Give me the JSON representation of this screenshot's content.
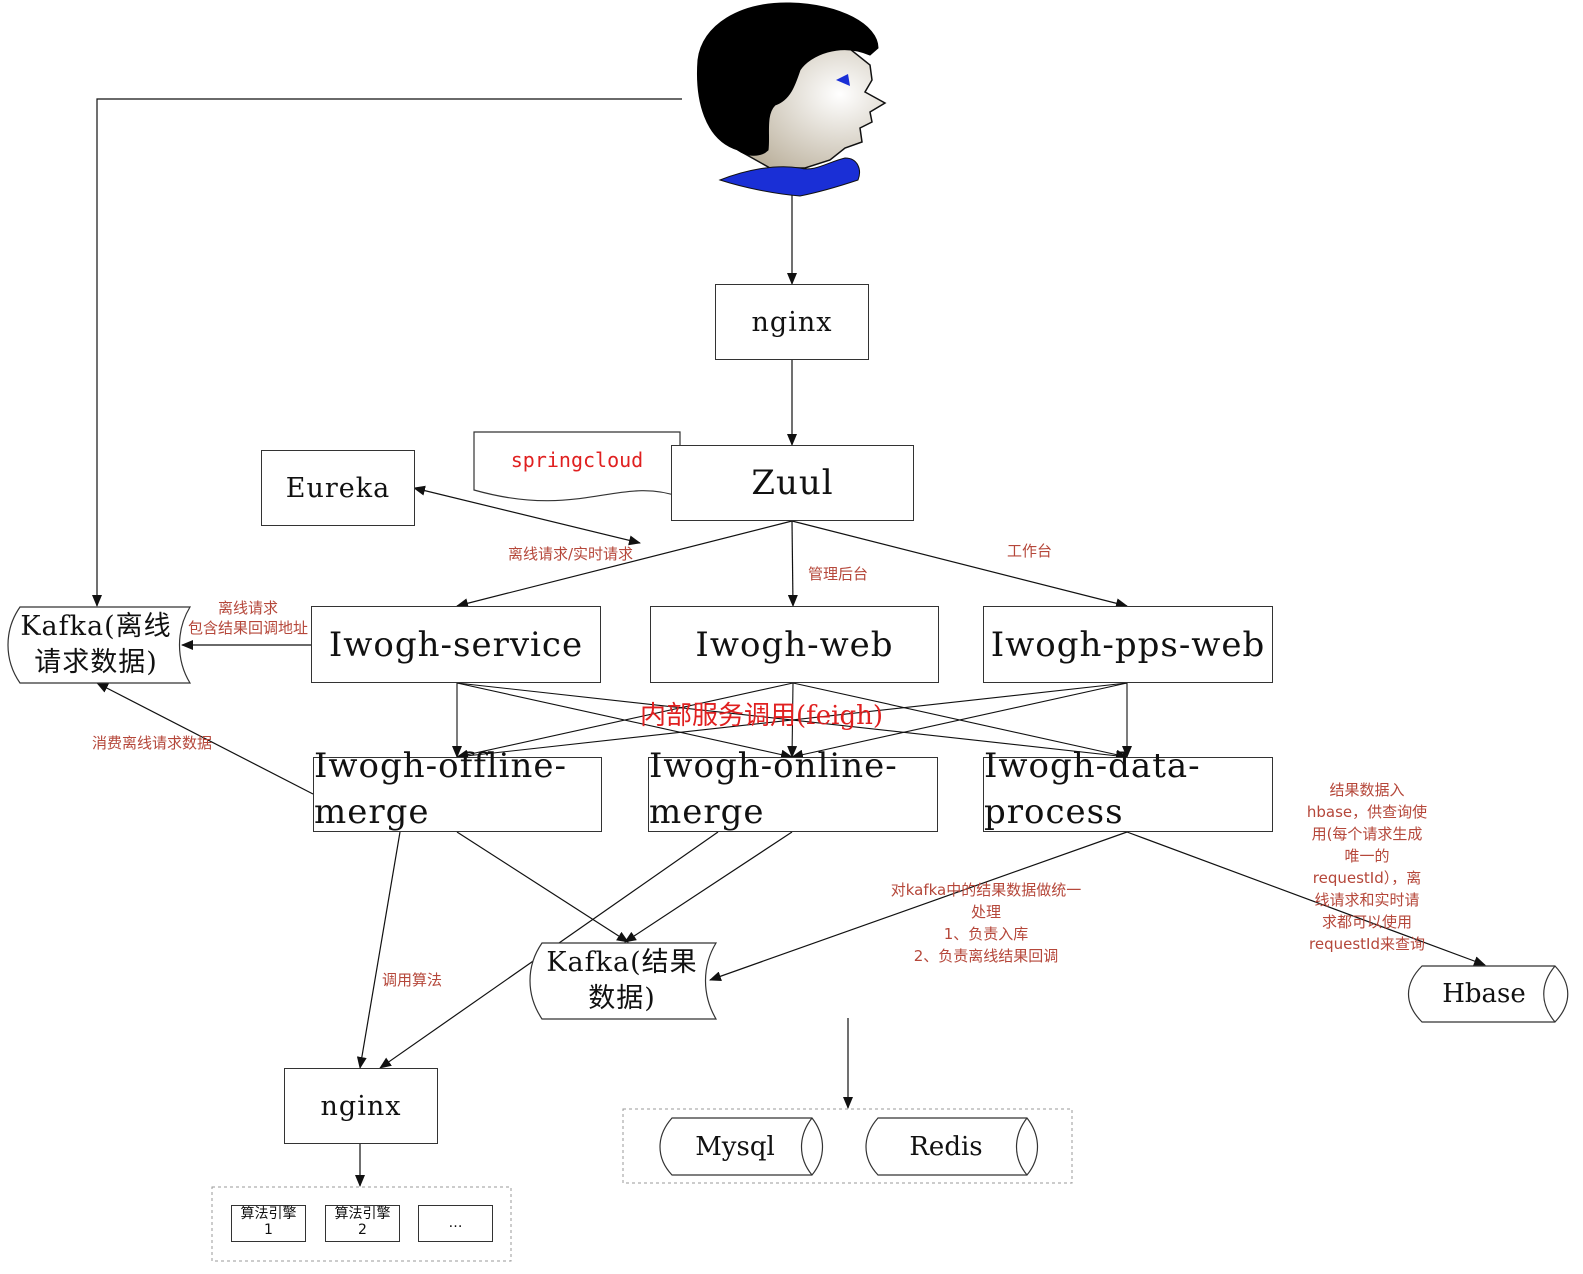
{
  "nodes": {
    "nginx_top": "nginx",
    "zuul": "Zuul",
    "springcloud": "springcloud",
    "eureka": "Eureka",
    "kafka_offline": {
      "line1": "Kafka(离线",
      "line2": "请求数据)"
    },
    "service": "Iwogh-service",
    "web": "Iwogh-web",
    "pps_web": "Iwogh-pps-web",
    "offline_merge": {
      "line1": "Iwogh-offline-",
      "line2": "merge"
    },
    "online_merge": {
      "line1": "Iwogh-online-",
      "line2": "merge"
    },
    "data_process": {
      "line1": "Iwogh-data-",
      "line2": "process"
    },
    "kafka_result": {
      "line1": "Kafka(结果",
      "line2": "数据)"
    },
    "nginx_bottom": "nginx",
    "mysql": "Mysql",
    "redis": "Redis",
    "hbase": "Hbase",
    "engine1": {
      "line1": "算法引擎",
      "line2": "1"
    },
    "engine2": {
      "line1": "算法引擎",
      "line2": "2"
    },
    "engine_more": "…"
  },
  "labels": {
    "offline_realtime": "离线请求/实时请求",
    "admin": "管理后台",
    "workbench": "工作台",
    "offline_request": {
      "line1": "离线请求",
      "line2": "包含结果回调地址"
    },
    "consume": "消费离线请求数据",
    "feign": "内部服务调用(feigh)",
    "call_algo": "调用算法",
    "unify": {
      "line1": "对kafka中的结果数据做统一",
      "line2": "处理",
      "line3": "1、负责入库",
      "line4": "2、负责离线结果回调"
    },
    "hbase_note": {
      "line1": "结果数据入",
      "line2": "hbase，供查询使",
      "line3": "用(每个请求生成",
      "line4": "唯一的",
      "line5": "requestId），离",
      "line6": "线请求和实时请",
      "line7": "求都可以使用",
      "line8": "requestId来查询"
    }
  },
  "colors": {
    "label": "#b5473a",
    "feign": "#e02020",
    "springcloud": "#e02020",
    "hair": "#000000",
    "collar": "#1a2fd6",
    "eye": "#1a2fd6"
  }
}
